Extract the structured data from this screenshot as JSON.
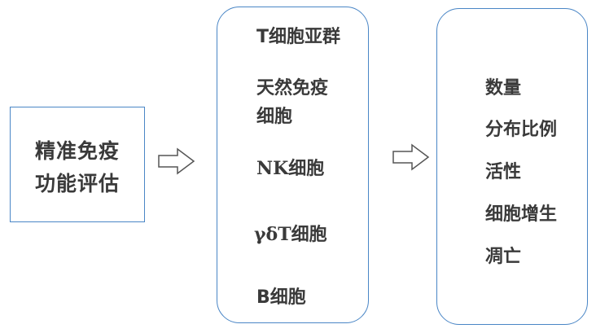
{
  "left_box": {
    "line1": "精准免疫",
    "line2": "功能评估"
  },
  "middle_box": {
    "items": [
      "T细胞亚群",
      "天然免疫",
      "细胞",
      "NK细胞",
      "γδT细胞",
      "B细胞"
    ]
  },
  "right_box": {
    "items": [
      "数量",
      "分布比例",
      "活性",
      "细胞增生",
      "凋亡"
    ]
  },
  "colors": {
    "border": "#4a86c6",
    "text": "#3a3a3a",
    "arrow": "#555555"
  },
  "icons": [
    "right-arrow-icon",
    "right-arrow-icon"
  ]
}
